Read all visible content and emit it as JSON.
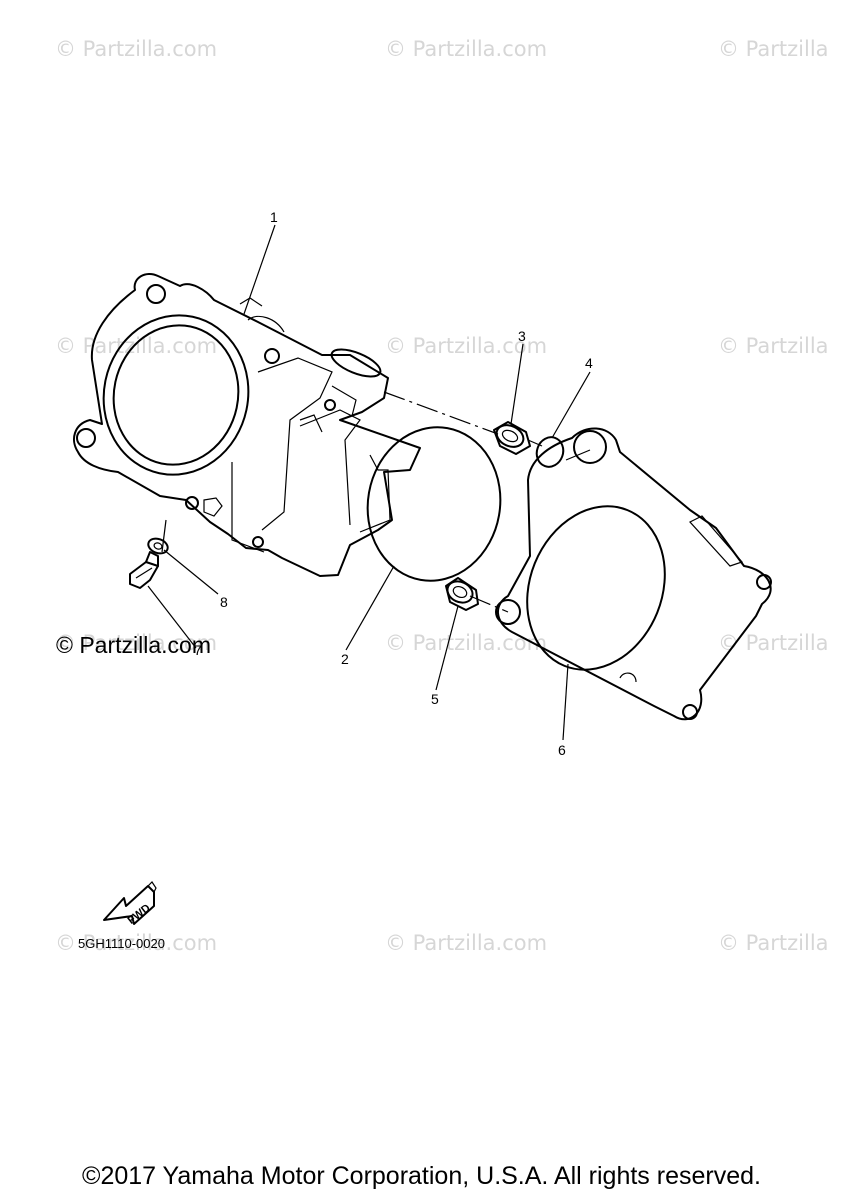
{
  "watermarks": [
    "© Partzilla.com",
    "© Partzilla.com",
    "© Partzilla",
    "© Partzilla.com",
    "© Partzilla.com",
    "© Partzilla",
    "© Partzilla.com",
    "© Partzilla.com",
    "© Partzilla",
    "© Partzilla.com",
    "© Partzilla.com",
    "© Partzilla"
  ],
  "callouts": [
    "1",
    "2",
    "3",
    "4",
    "5",
    "6",
    "7",
    "8"
  ],
  "brand_mark": "© Partzilla.com",
  "diagram_code": "5GH1110-0020",
  "fwd_label": "FWD",
  "copyright": "©2017 Yamaha Motor Corporation, U.S.A. All rights reserved."
}
